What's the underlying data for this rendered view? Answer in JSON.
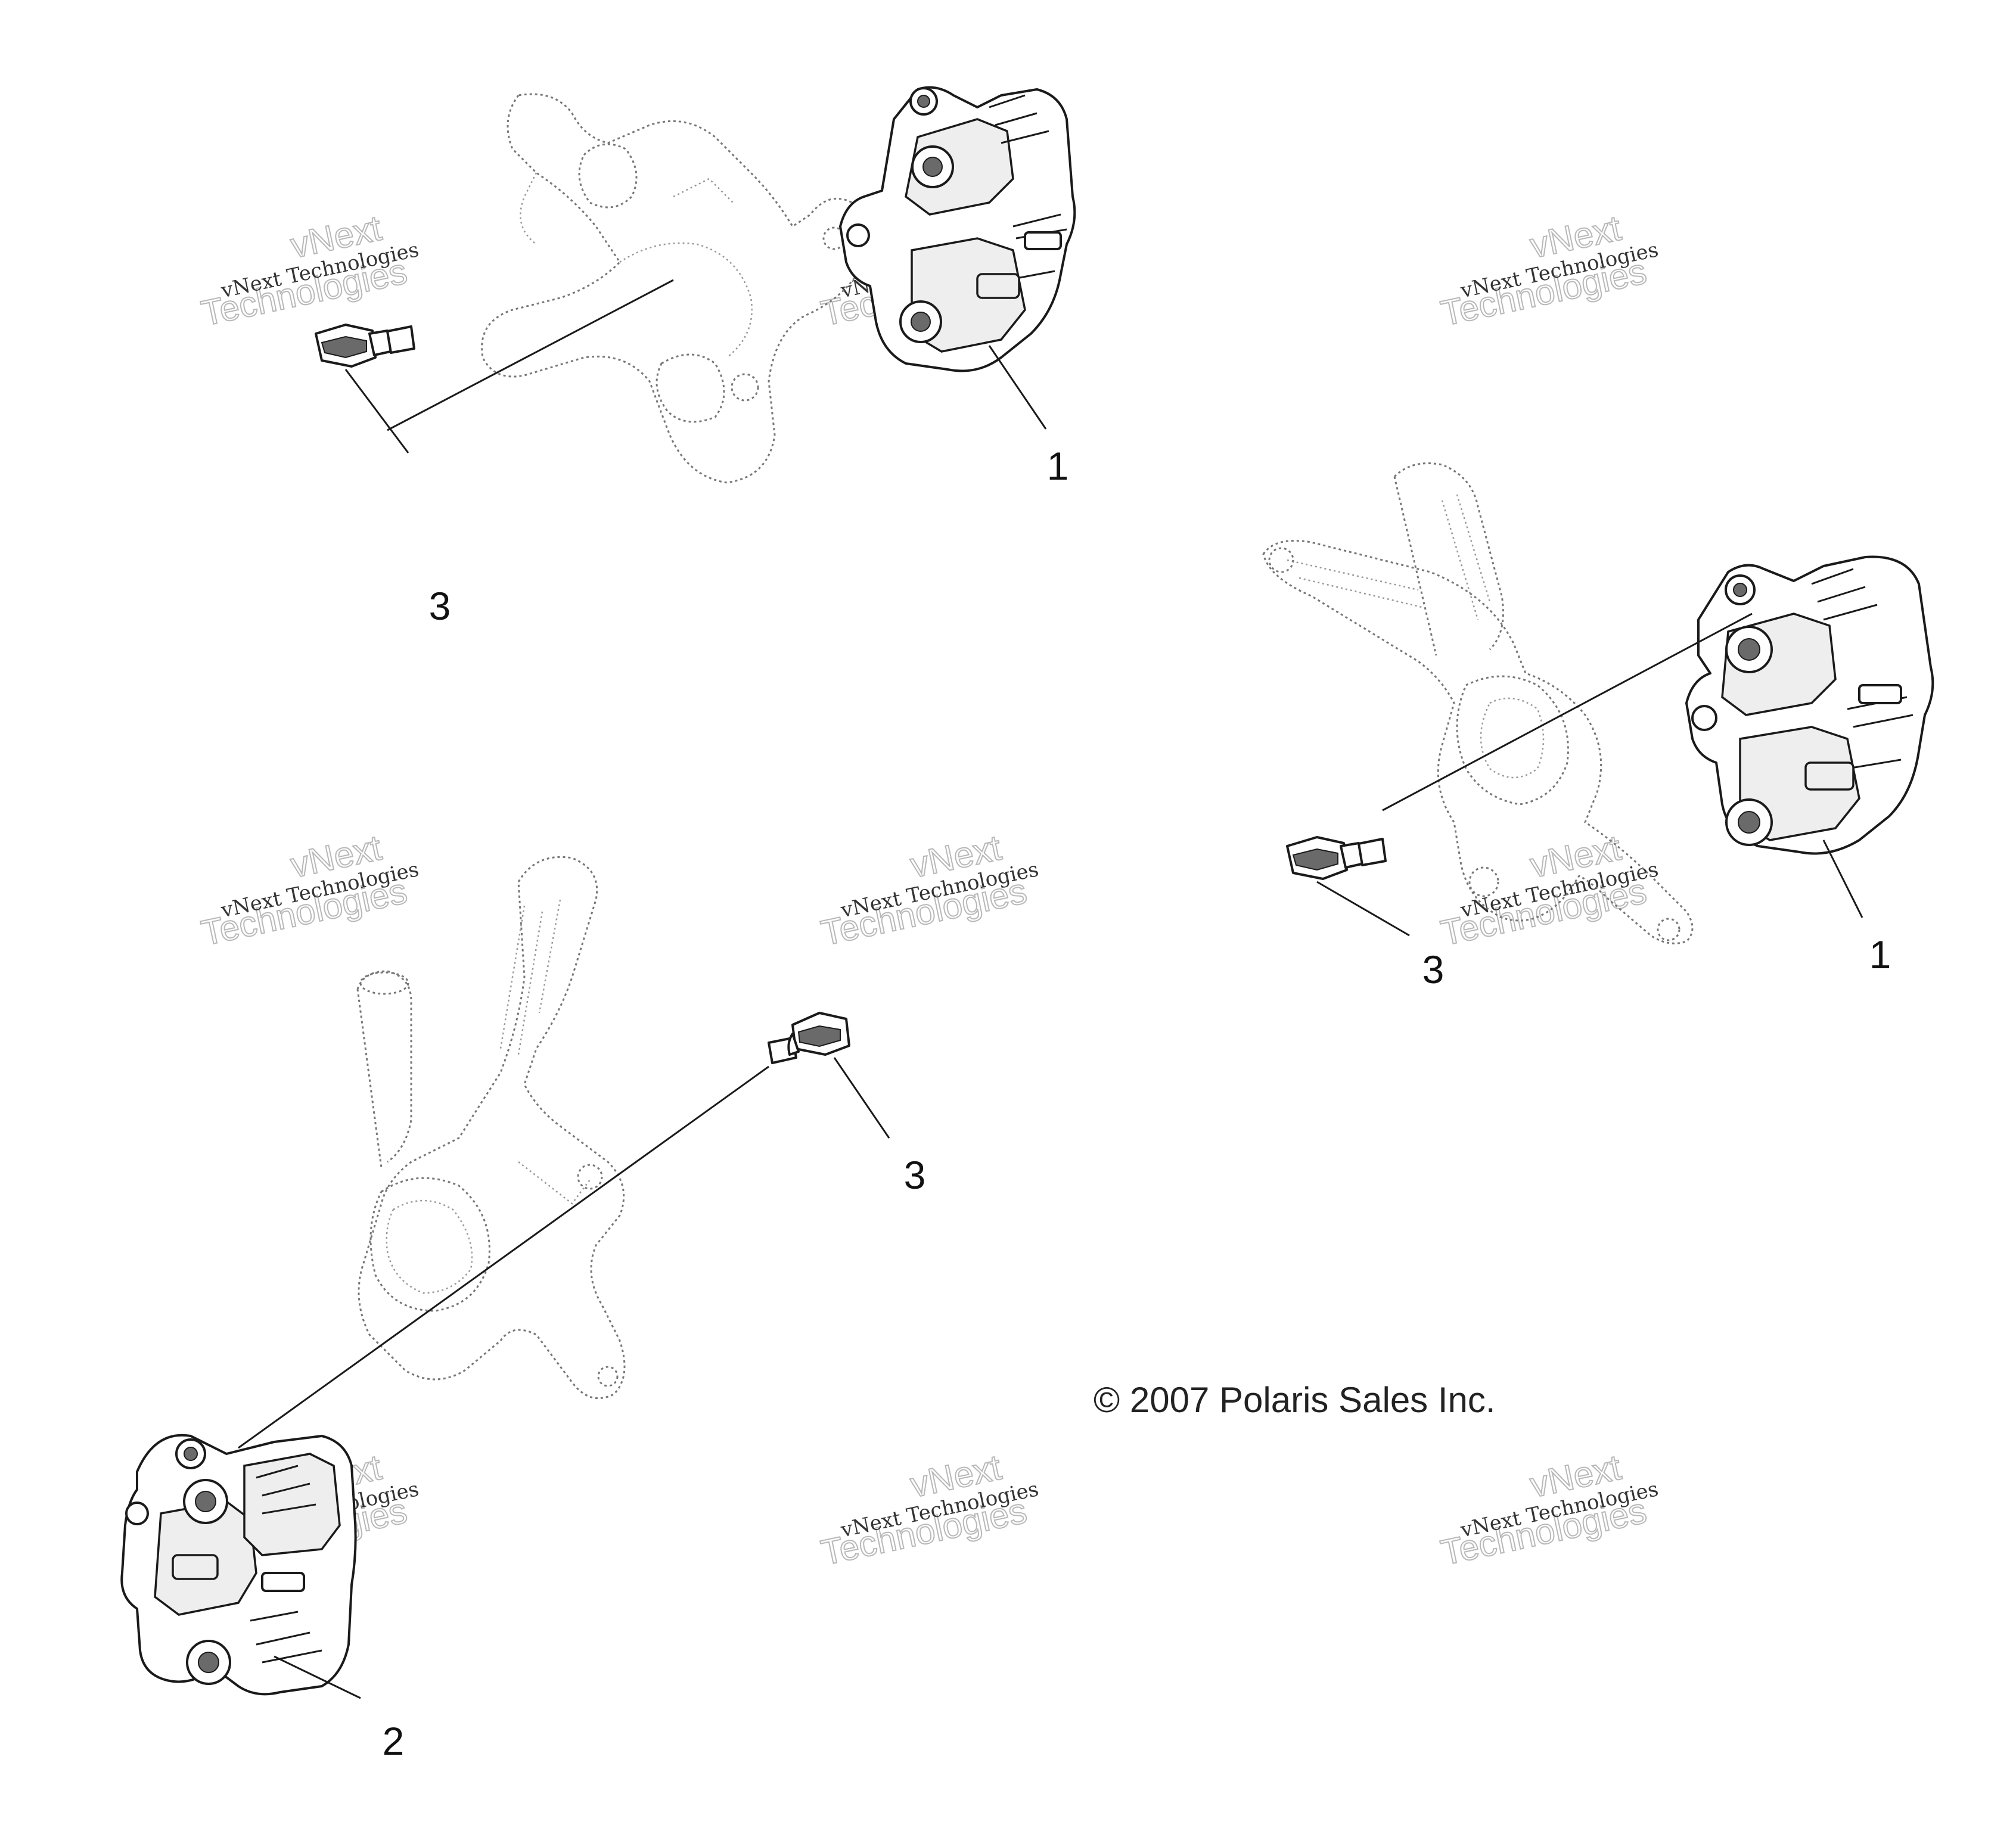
{
  "callouts": {
    "top_caliper": "1",
    "top_bolt": "3",
    "right_caliper": "1",
    "right_bolt": "3",
    "center_bolt": "3",
    "bottom_caliper": "2"
  },
  "copyright": "© 2007 Polaris Sales Inc.",
  "watermark": {
    "line1": "vNext Technologies",
    "line2": "vNext",
    "line3": "Technologies"
  }
}
